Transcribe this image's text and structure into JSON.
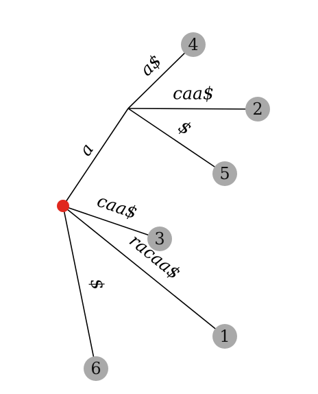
{
  "colors": {
    "root": "#e0281e",
    "leaf": "#a9a9a9",
    "edge": "#000000"
  },
  "edge_labels": {
    "root_to_a": "a",
    "a_to_4": "a$",
    "a_to_2": "caa$",
    "a_to_5": "$",
    "root_to_3": "caa$",
    "root_to_1": "racaa$",
    "root_to_6": "$"
  },
  "leaves": {
    "leaf_4": "4",
    "leaf_2": "2",
    "leaf_5": "5",
    "leaf_3": "3",
    "leaf_1": "1",
    "leaf_6": "6"
  }
}
